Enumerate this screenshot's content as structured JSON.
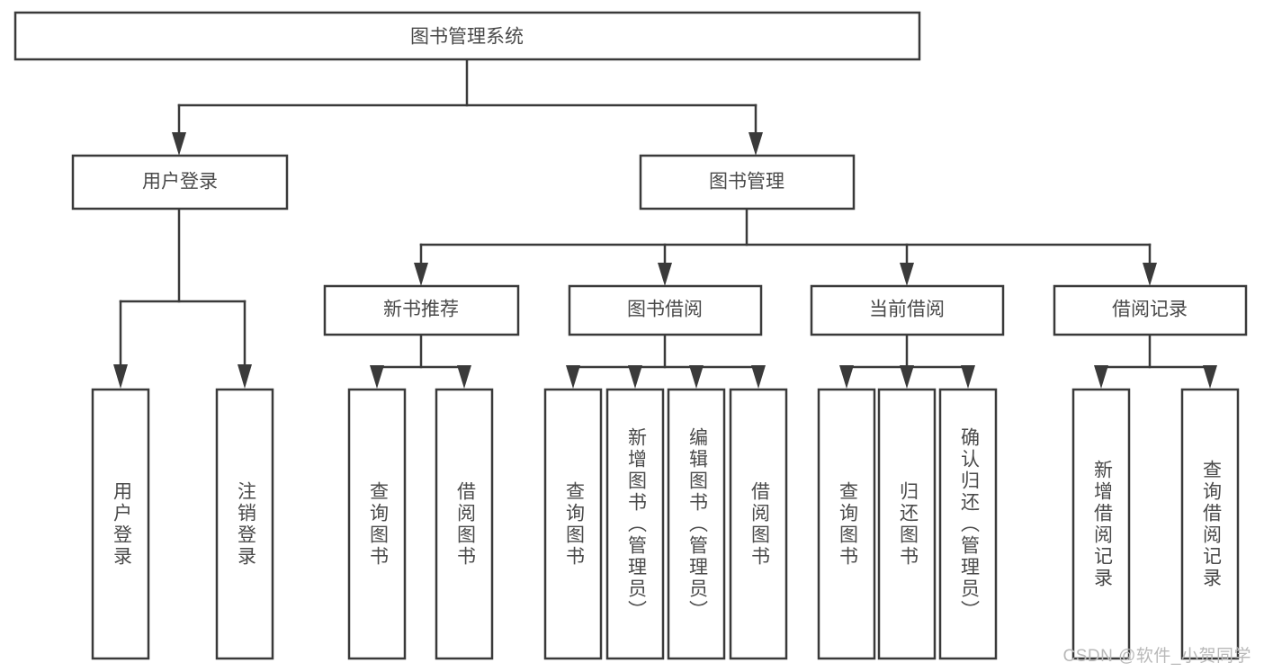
{
  "diagram": {
    "title": "图书管理系统",
    "type": "tree-hierarchy-chart",
    "watermark": "CSDN @软件_小贺同学",
    "colors": {
      "background": "#ffffff",
      "box_stroke": "#3a3a3a",
      "box_fill": "#ffffff",
      "text": "#4a4a4a",
      "connector": "#3a3a3a",
      "watermark": "#b9b9b9"
    },
    "root": {
      "label": "图书管理系统",
      "orientation": "horizontal"
    },
    "level2": [
      {
        "id": "user-login",
        "label": "用户登录",
        "orientation": "horizontal"
      },
      {
        "id": "book-manage",
        "label": "图书管理",
        "orientation": "horizontal"
      }
    ],
    "level3": [
      {
        "id": "new-book-recommend",
        "label": "新书推荐",
        "orientation": "horizontal",
        "parent": "book-manage"
      },
      {
        "id": "book-borrow",
        "label": "图书借阅",
        "orientation": "horizontal",
        "parent": "book-manage"
      },
      {
        "id": "current-borrow",
        "label": "当前借阅",
        "orientation": "horizontal",
        "parent": "book-manage"
      },
      {
        "id": "borrow-record",
        "label": "借阅记录",
        "orientation": "horizontal",
        "parent": "book-manage"
      }
    ],
    "leaves": [
      {
        "id": "leaf-user-login",
        "label": "用户登录",
        "parent": "user-login",
        "orientation": "vertical"
      },
      {
        "id": "leaf-user-logout",
        "label": "注销登录",
        "parent": "user-login",
        "orientation": "vertical"
      },
      {
        "id": "leaf-query-book-1",
        "label": "查询图书",
        "parent": "new-book-recommend",
        "orientation": "vertical"
      },
      {
        "id": "leaf-borrow-book-1",
        "label": "借阅图书",
        "parent": "new-book-recommend",
        "orientation": "vertical"
      },
      {
        "id": "leaf-query-book-2",
        "label": "查询图书",
        "parent": "book-borrow",
        "orientation": "vertical"
      },
      {
        "id": "leaf-add-book",
        "label": "新增图书（管理员）",
        "parent": "book-borrow",
        "orientation": "vertical"
      },
      {
        "id": "leaf-edit-book",
        "label": "编辑图书（管理员）",
        "parent": "book-borrow",
        "orientation": "vertical"
      },
      {
        "id": "leaf-borrow-book-2",
        "label": "借阅图书",
        "parent": "book-borrow",
        "orientation": "vertical"
      },
      {
        "id": "leaf-query-book-3",
        "label": "查询图书",
        "parent": "current-borrow",
        "orientation": "vertical"
      },
      {
        "id": "leaf-return-book",
        "label": "归还图书",
        "parent": "current-borrow",
        "orientation": "vertical"
      },
      {
        "id": "leaf-confirm-return",
        "label": "确认归还（管理员）",
        "parent": "current-borrow",
        "orientation": "vertical"
      },
      {
        "id": "leaf-add-record",
        "label": "新增借阅记录",
        "parent": "borrow-record",
        "orientation": "vertical"
      },
      {
        "id": "leaf-query-record",
        "label": "查询借阅记录",
        "parent": "borrow-record",
        "orientation": "vertical"
      }
    ]
  }
}
